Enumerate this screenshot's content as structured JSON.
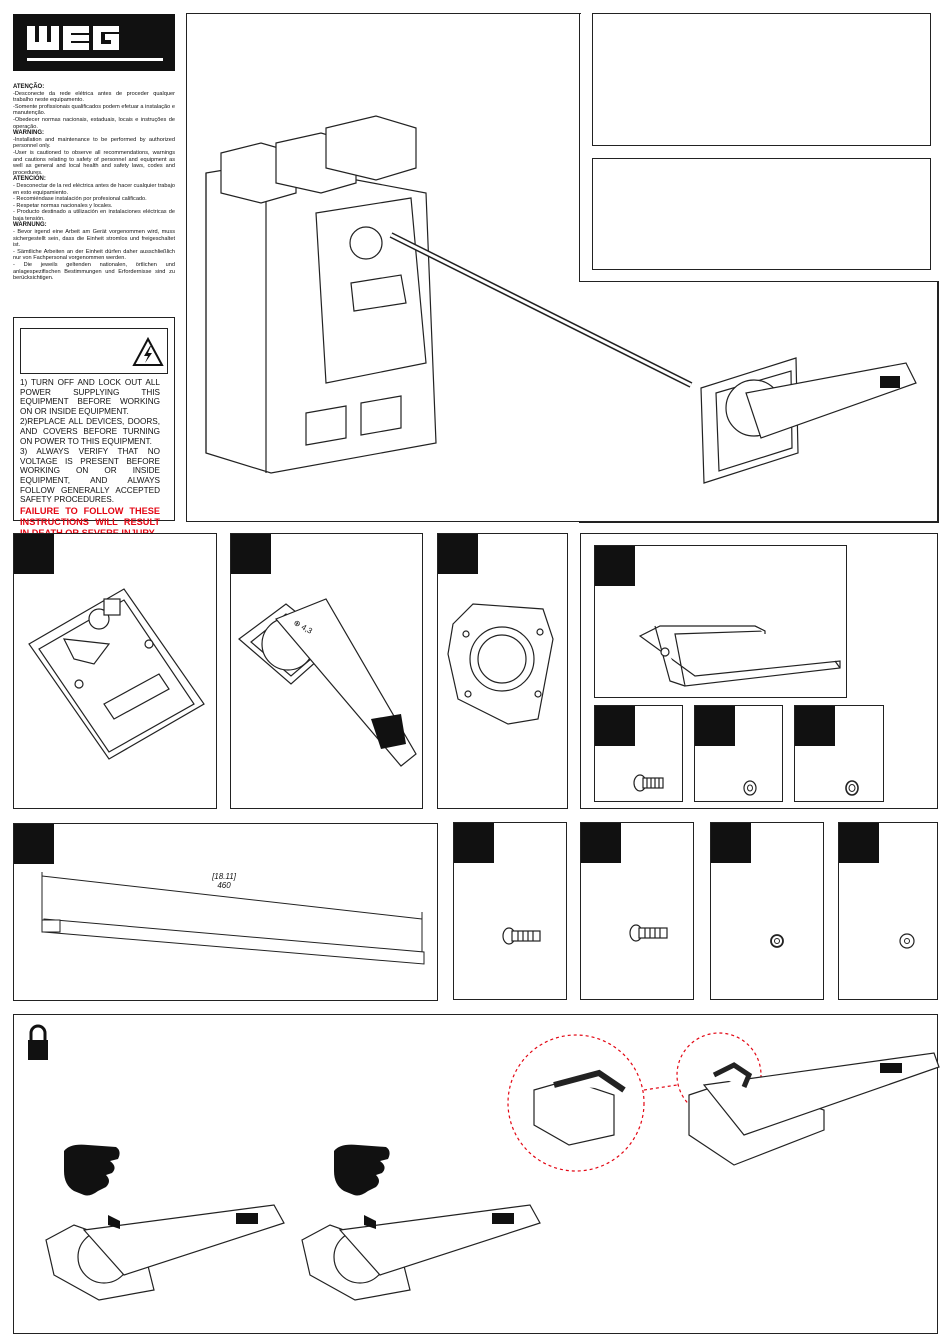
{
  "brand": {
    "logo_text": "WEG"
  },
  "warnings": [
    {
      "heading": "ATENÇÃO:",
      "lines": [
        "-Desconecte da rede elétrica antes de proceder qualquer trabalho neste equipamento.",
        "-Somente profissionais qualificados podem efetuar a instalação e manutenção.",
        "-Obedecer normas nacionais, estaduais, locais e instruções de operação."
      ]
    },
    {
      "heading": "WARNING:",
      "lines": [
        "-Installation and maintenance to be performed by authorized personnel only.",
        "-User is cautioned to observe all recommendations, warnings and cautions relating to safety of personnel and equipment as well as general and local health and safety laws, codes and procedures."
      ]
    },
    {
      "heading": "ATENCIÓN:",
      "lines": [
        "- Desconectar de la red eléctrica antes de hacer cualquier trabajo en esto equipamiento.",
        "- Recomiéndase instalación por profesional calificado.",
        "- Respetar normas nacionales y locales.",
        "- Producto destinado a utilización en instalaciones eléctricas de baja tensión."
      ]
    },
    {
      "heading": "WARNUNG:",
      "lines": [
        "- Bevor irgend eine Arbeit am Gerät vorgenommen wird, muss sichergestellt sein, dass die Einheit stromlos und freigeschaltet ist.",
        "- Sämtliche Arbeiten an der Einheit dürfen daher ausschließlich nur von Fachpersonal vorgenommen werden.",
        "- Die jeweils geltenden nationalen, örtlichen und anlagespezifischen Bestimmungen und Erfordernisse sind zu berücksichtigen."
      ]
    }
  ],
  "danger": {
    "items": [
      "1) TURN OFF AND LOCK OUT ALL POWER SUPPLYING THIS EQUIPMENT BEFORE WORKING ON OR INSIDE EQUIPMENT.",
      "2)REPLACE ALL DEVICES, DOORS, AND COVERS BEFORE TURNING ON POWER TO THIS EQUIPMENT.",
      "3) ALWAYS VERIFY THAT NO VOLTAGE IS PRESENT BEFORE WORKING ON OR INSIDE EQUIPMENT, AND ALWAYS FOLLOW GENERALLY ACCEPTED SAFETY PROCEDURES."
    ],
    "consequence": "FAILURE TO FOLLOW THESE INSTRUCTIONS WILL RESULT IN DEATH OR SEVERE INJURY.",
    "consequence_color": "#e30613"
  },
  "shaft": {
    "dim_inch": "[18.11]",
    "dim_mm": "460"
  },
  "handle_marking": "⊕ 4,3",
  "icons": [
    "high-voltage-icon",
    "padlock-icon",
    "pointing-hand-icon"
  ]
}
